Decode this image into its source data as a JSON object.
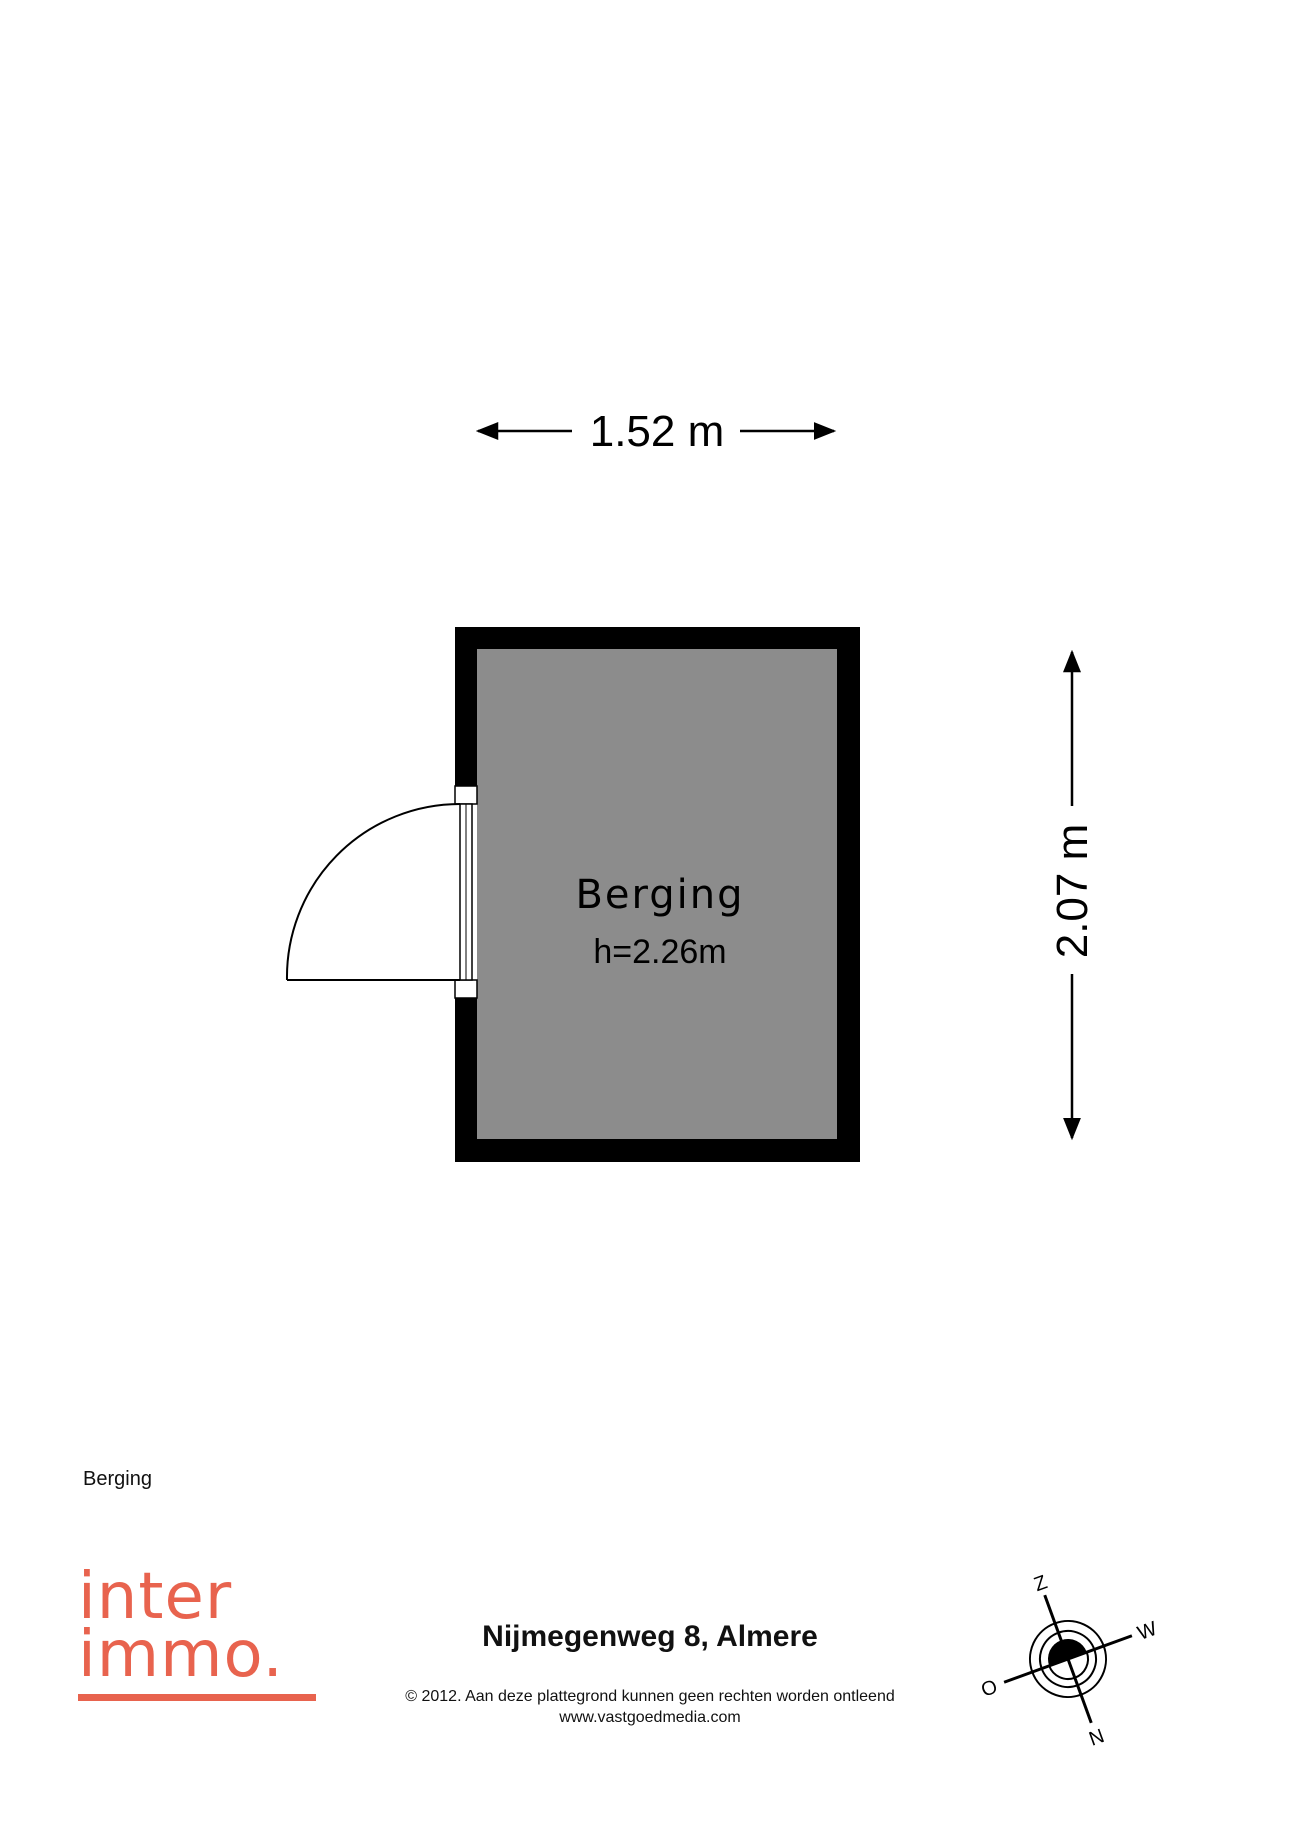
{
  "plan": {
    "width_dimension": "1.52 m",
    "height_dimension": "2.07 m",
    "room": {
      "name": "Berging",
      "ceiling_height": "h=2.26m",
      "fill_color": "#8c8c8c",
      "wall_color": "#000000"
    }
  },
  "floor_label": "Berging",
  "logo": {
    "line1": "inter",
    "line2": "immo.",
    "color": "#e8634e"
  },
  "footer": {
    "address": "Nijmegenweg 8, Almere",
    "copyright": "© 2012. Aan deze plattegrond kunnen geen rechten worden ontleend",
    "website": "www.vastgoedmedia.com"
  },
  "compass": {
    "north": "N",
    "south": "Z",
    "east": "O",
    "west": "W",
    "icon": "compass-icon"
  }
}
